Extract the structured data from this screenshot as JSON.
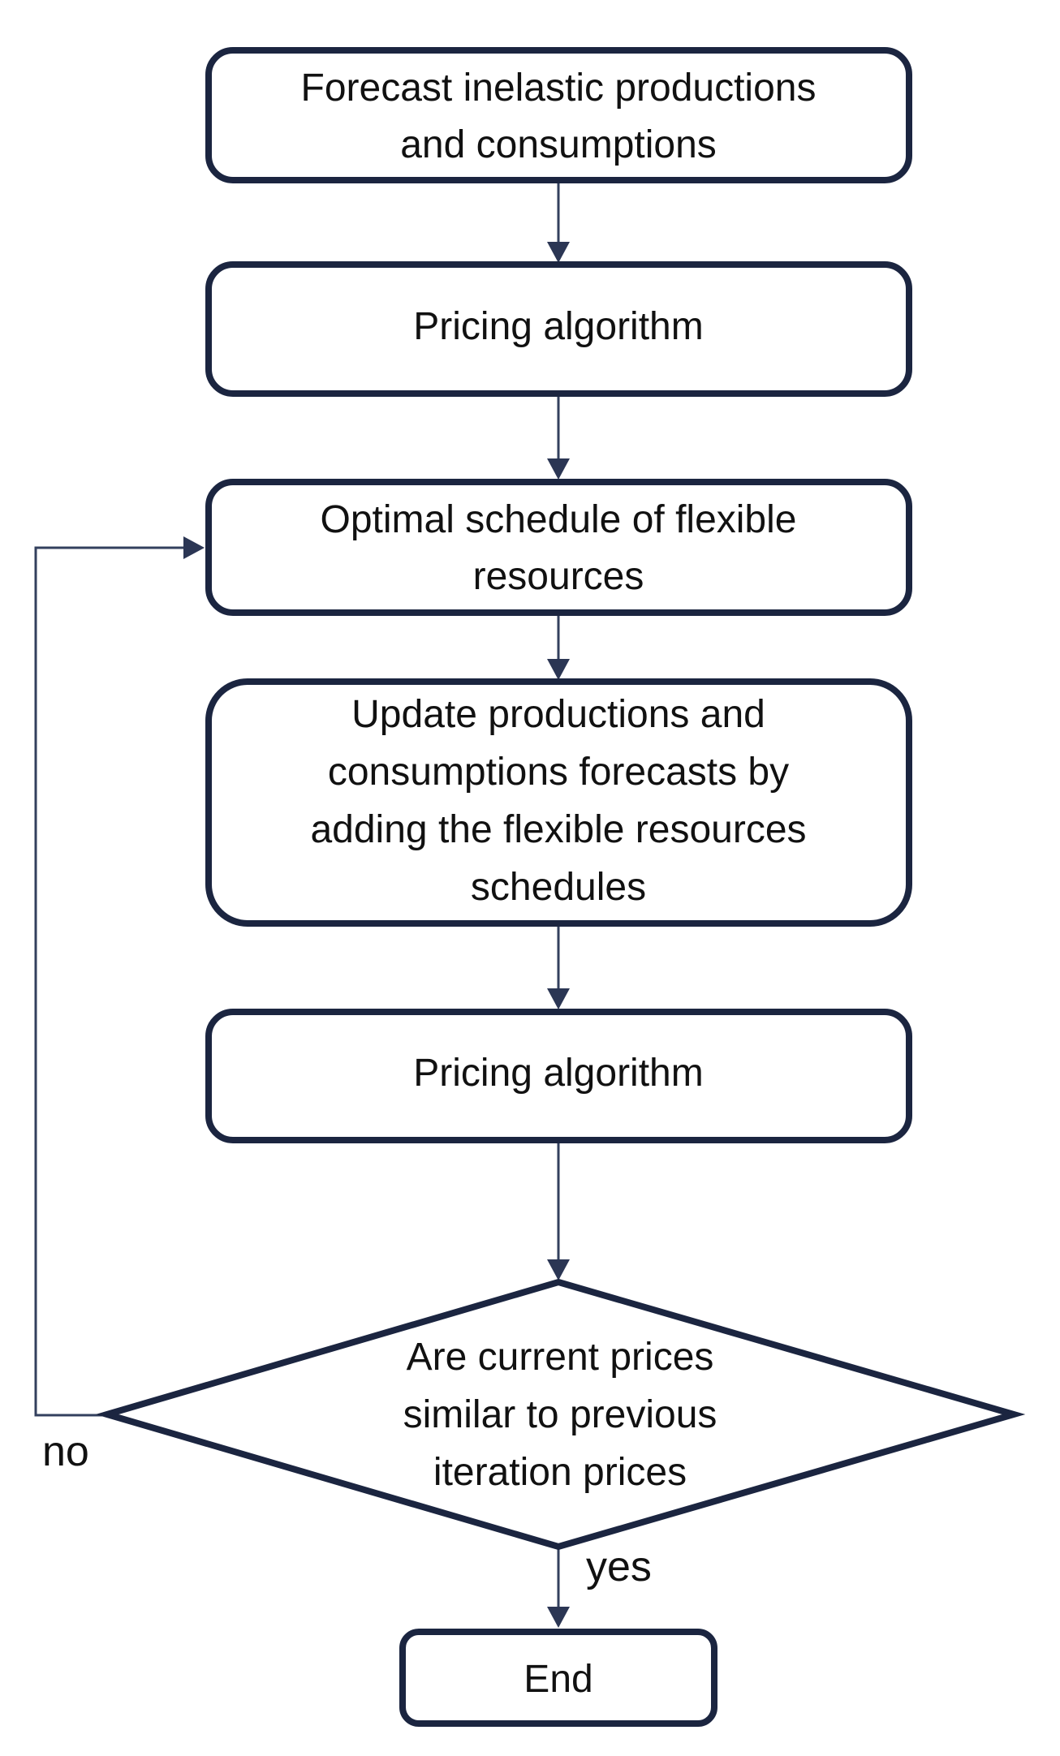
{
  "nodes": [
    {
      "id": "forecast",
      "shape": "rounded-rect",
      "lines": [
        "Forecast inelastic productions",
        "and consumptions"
      ]
    },
    {
      "id": "pricing-1",
      "shape": "rounded-rect",
      "lines": [
        "Pricing algorithm"
      ]
    },
    {
      "id": "optimal-schedule",
      "shape": "rounded-rect",
      "lines": [
        "Optimal schedule of flexible",
        "resources"
      ]
    },
    {
      "id": "update-forecasts",
      "shape": "rounded-rect",
      "lines": [
        "Update productions and",
        "consumptions forecasts by",
        "adding the flexible resources",
        "schedules"
      ]
    },
    {
      "id": "pricing-2",
      "shape": "rounded-rect",
      "lines": [
        "Pricing algorithm"
      ]
    },
    {
      "id": "decision",
      "shape": "diamond",
      "lines": [
        "Are current prices",
        "similar to previous",
        "iteration prices"
      ]
    },
    {
      "id": "end",
      "shape": "rounded-rect",
      "lines": [
        "End"
      ]
    }
  ],
  "edges": [
    {
      "from": "forecast",
      "to": "pricing-1",
      "label": ""
    },
    {
      "from": "pricing-1",
      "to": "optimal-schedule",
      "label": ""
    },
    {
      "from": "optimal-schedule",
      "to": "update-forecasts",
      "label": ""
    },
    {
      "from": "update-forecasts",
      "to": "pricing-2",
      "label": ""
    },
    {
      "from": "pricing-2",
      "to": "decision",
      "label": ""
    },
    {
      "from": "decision",
      "to": "end",
      "label": "yes"
    },
    {
      "from": "decision",
      "to": "optimal-schedule",
      "label": "no"
    }
  ],
  "colors": {
    "box_stroke": "#1b2540",
    "arrow": "#33405e",
    "text": "#111111",
    "background": "#ffffff"
  }
}
